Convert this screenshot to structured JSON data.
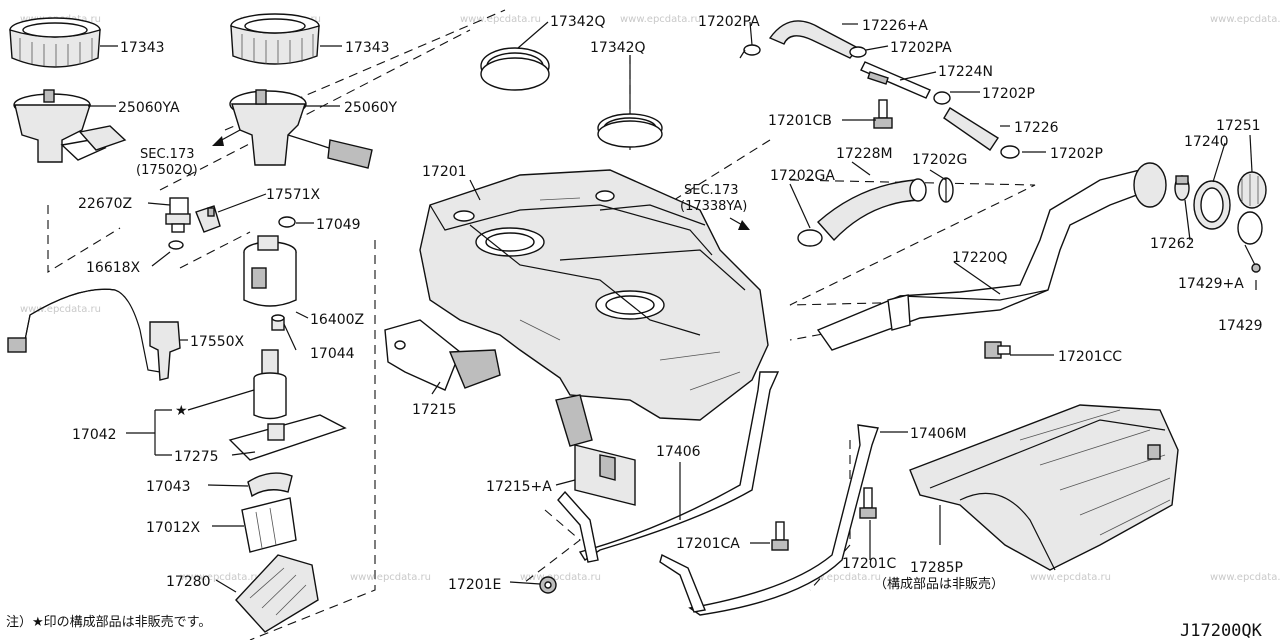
{
  "watermark": "www.epcdata.ru",
  "diagram_code": "J17200QK",
  "footnote": "注）★印の構成部品は非販売です。",
  "labels": {
    "p17343a": "17343",
    "p17343b": "17343",
    "p25060ya": "25060YA",
    "p25060y": "25060Y",
    "sec173a": "SEC.173",
    "sec173a_sub": "(17502Q)",
    "p22670z": "22670Z",
    "p17571x": "17571X",
    "p17049": "17049",
    "p16618x": "16618X",
    "p16400z": "16400Z",
    "p17044": "17044",
    "p17550x": "17550X",
    "p17042": "17042",
    "p17275": "17275",
    "p17043": "17043",
    "p17012x": "17012X",
    "p17280": "17280",
    "p17342qa": "17342Q",
    "p17342qb": "17342Q",
    "p17201": "17201",
    "p17215": "17215",
    "p17215a": "17215+A",
    "p17406": "17406",
    "p17201ca": "17201CA",
    "p17201e": "17201E",
    "p17202pa_a": "17202PA",
    "p17226a": "17226+A",
    "p17202pa_b": "17202PA",
    "p17224n": "17224N",
    "p17201cb": "17201CB",
    "p17202p_a": "17202P",
    "p17226": "17226",
    "p17202p_b": "17202P",
    "p17228m": "17228M",
    "p17202ga": "17202GA",
    "p17202g": "17202G",
    "sec173b": "SEC.173",
    "sec173b_sub": "(17338YA)",
    "p17240": "17240",
    "p17251": "17251",
    "p17262": "17262",
    "p17220q": "17220Q",
    "p17429a": "17429+A",
    "p17429": "17429",
    "p17201cc": "17201CC",
    "p17406m": "17406M",
    "p17201c": "17201C",
    "p17285p": "17285P",
    "p17285p_note": "（構成部品は非販売）"
  },
  "marker_star": "★"
}
